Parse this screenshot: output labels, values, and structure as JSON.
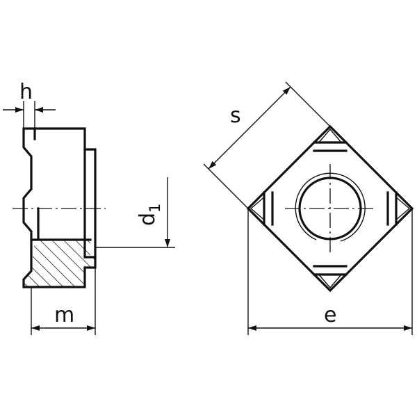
{
  "labels": {
    "h": "h",
    "m": "m",
    "d_main": "d",
    "d_sub": "1",
    "s": "s",
    "e": "e"
  },
  "colors": {
    "line": "#111111",
    "background": "#ffffff"
  }
}
